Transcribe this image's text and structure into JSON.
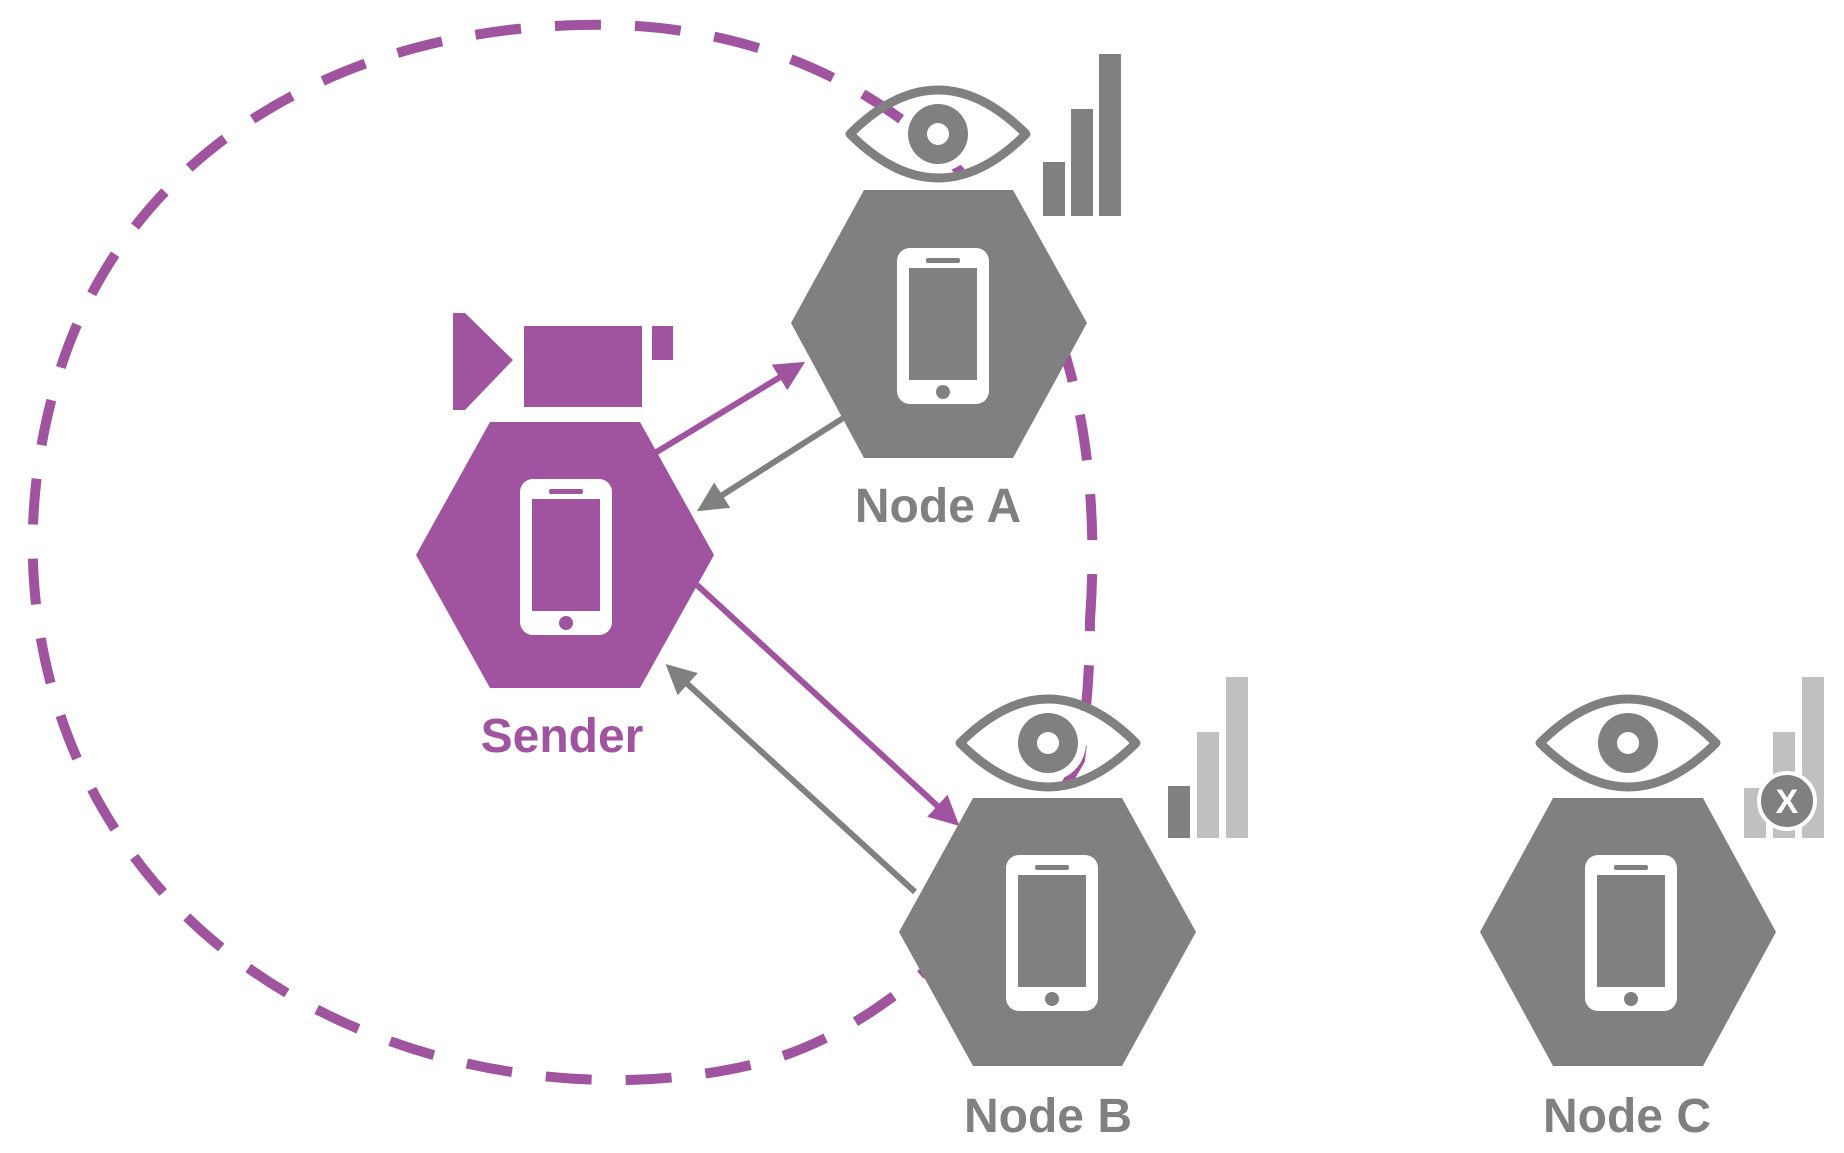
{
  "colors": {
    "sender": "#a0539e",
    "node": "#808080",
    "signal_weak": "#c0c0c0",
    "screen": "#ffffff"
  },
  "nodes": {
    "sender": {
      "label": "Sender",
      "icon": "smartphone-icon",
      "badge_icon": "video-camera-icon"
    },
    "a": {
      "label": "Node A",
      "icon": "smartphone-icon",
      "badge_icon": "eye-icon",
      "signal_bars_active": 3,
      "signal_bars_total": 3
    },
    "b": {
      "label": "Node B",
      "icon": "smartphone-icon",
      "badge_icon": "eye-icon",
      "signal_bars_active": 1,
      "signal_bars_total": 3
    },
    "c": {
      "label": "Node C",
      "icon": "smartphone-icon",
      "badge_icon": "eye-icon",
      "signal_bars_active": 0,
      "signal_bars_total": 3,
      "no_signal_mark": "X"
    }
  },
  "range": {
    "style": "dashed-circle",
    "color": "#a0539e",
    "covers": [
      "Sender",
      "Node A",
      "Node B"
    ]
  },
  "links": [
    {
      "from": "Sender",
      "to": "Node A",
      "color": "#a0539e"
    },
    {
      "from": "Node A",
      "to": "Sender",
      "color": "#808080"
    },
    {
      "from": "Sender",
      "to": "Node B",
      "color": "#a0539e"
    },
    {
      "from": "Node B",
      "to": "Sender",
      "color": "#808080"
    }
  ]
}
